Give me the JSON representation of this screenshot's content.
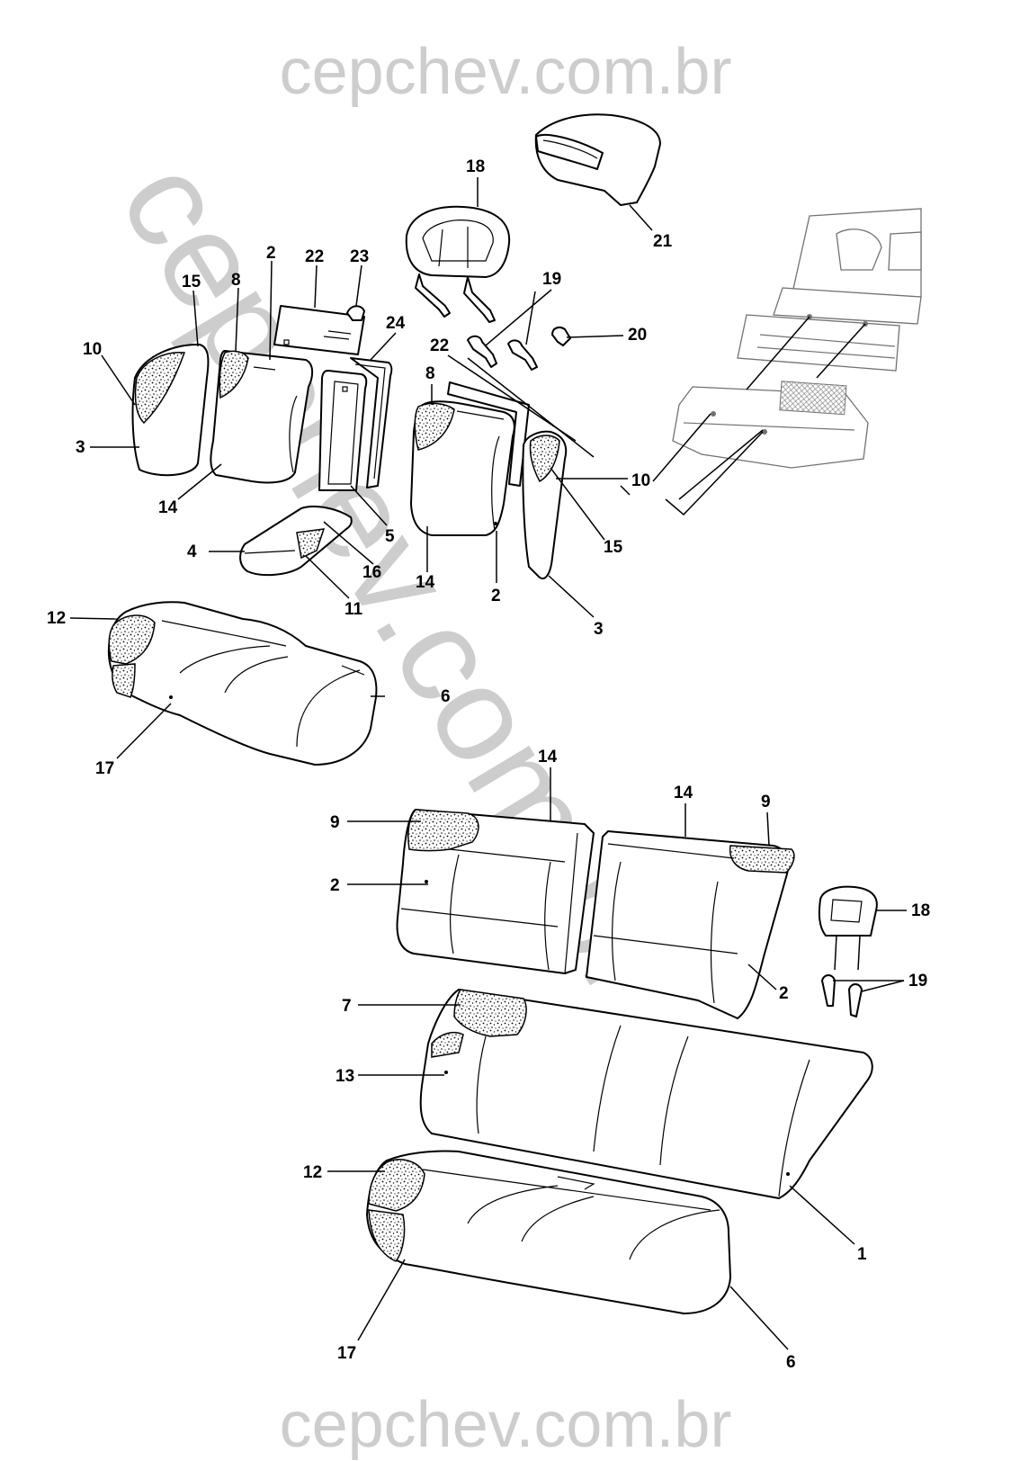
{
  "watermark": {
    "top": "cepchev.com.br",
    "bottom": "cepchev.com.br",
    "diagonal": "cepchev.com.br",
    "color": "#cdcdcd"
  },
  "callouts": {
    "c1": "1",
    "c2a": "2",
    "c2b": "2",
    "c2c": "2",
    "c2d": "2",
    "c3a": "3",
    "c3b": "3",
    "c4": "4",
    "c5": "5",
    "c6a": "6",
    "c6b": "6",
    "c7": "7",
    "c8a": "8",
    "c8b": "8",
    "c9a": "9",
    "c9b": "9",
    "c10a": "10",
    "c10b": "10",
    "c11": "11",
    "c12a": "12",
    "c12b": "12",
    "c13": "13",
    "c14a": "14",
    "c14b": "14",
    "c14c": "14",
    "c14d": "14",
    "c15a": "15",
    "c15b": "15",
    "c16": "16",
    "c17a": "17",
    "c17b": "17",
    "c18a": "18",
    "c18b": "18",
    "c19a": "19",
    "c19b": "19",
    "c20": "20",
    "c21": "21",
    "c22a": "22",
    "c22b": "22",
    "c23": "23",
    "c24": "24"
  },
  "icons": {
    "seat_parts": "rear-seat-exploded-view-drawing",
    "vehicle_floor": "vehicle-floor-pan-drawing"
  }
}
